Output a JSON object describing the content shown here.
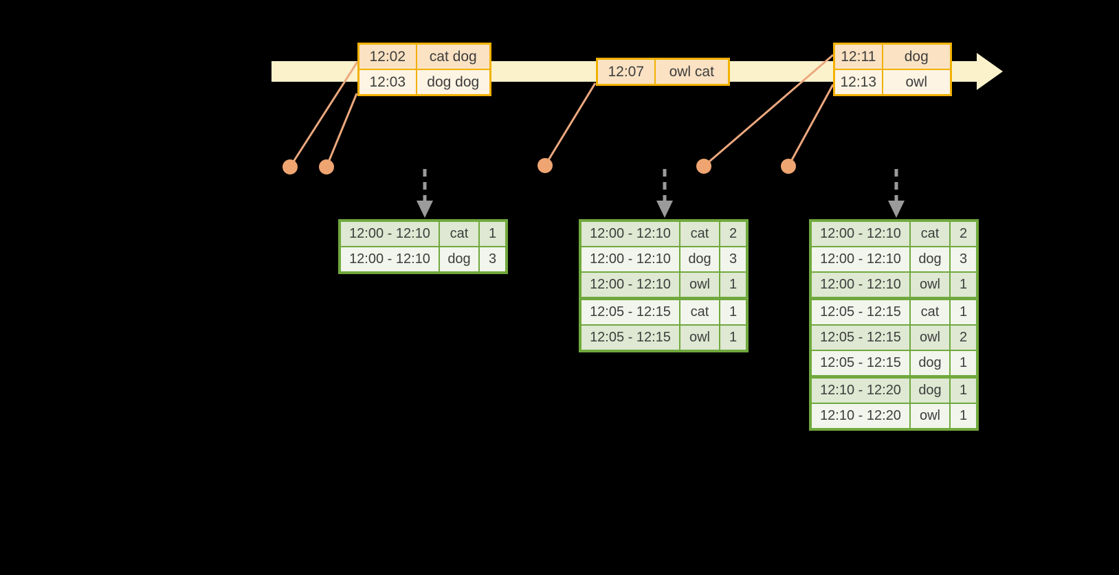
{
  "colors": {
    "background": "#000000",
    "timeline_band": "#FBF2CC",
    "orange_border": "#F2B100",
    "orange_row_dark": "#FAE2C3",
    "orange_row_light": "#FDF4E3",
    "connector_line": "#ECA87E",
    "event_dot": "#EFA571",
    "green_border": "#70A83D",
    "green_row_dark": "#DEE8D2",
    "green_row_light": "#F1F5EC",
    "trigger_arrow": "#9B9B9B",
    "text": "#3D3D3D"
  },
  "event_tables": [
    {
      "rows": [
        {
          "time": "12:02",
          "words": "cat dog"
        },
        {
          "time": "12:03",
          "words": "dog dog"
        }
      ]
    },
    {
      "rows": [
        {
          "time": "12:07",
          "words": "owl cat"
        }
      ]
    },
    {
      "rows": [
        {
          "time": "12:11",
          "words": "dog"
        },
        {
          "time": "12:13",
          "words": "owl"
        }
      ]
    }
  ],
  "result_tables": [
    {
      "rows": [
        {
          "window": "12:00 - 12:10",
          "word": "cat",
          "count": "1"
        },
        {
          "window": "12:00 - 12:10",
          "word": "dog",
          "count": "3"
        }
      ]
    },
    {
      "rows": [
        {
          "window": "12:00 - 12:10",
          "word": "cat",
          "count": "2"
        },
        {
          "window": "12:00 - 12:10",
          "word": "dog",
          "count": "3"
        },
        {
          "window": "12:00 - 12:10",
          "word": "owl",
          "count": "1"
        },
        {
          "window": "12:05 - 12:15",
          "word": "cat",
          "count": "1"
        },
        {
          "window": "12:05 - 12:15",
          "word": "owl",
          "count": "1"
        }
      ]
    },
    {
      "rows": [
        {
          "window": "12:00 - 12:10",
          "word": "cat",
          "count": "2"
        },
        {
          "window": "12:00 - 12:10",
          "word": "dog",
          "count": "3"
        },
        {
          "window": "12:00 - 12:10",
          "word": "owl",
          "count": "1"
        },
        {
          "window": "12:05 - 12:15",
          "word": "cat",
          "count": "1"
        },
        {
          "window": "12:05 - 12:15",
          "word": "owl",
          "count": "2"
        },
        {
          "window": "12:05 - 12:15",
          "word": "dog",
          "count": "1"
        },
        {
          "window": "12:10 - 12:20",
          "word": "dog",
          "count": "1"
        },
        {
          "window": "12:10 - 12:20",
          "word": "owl",
          "count": "1"
        }
      ]
    }
  ]
}
